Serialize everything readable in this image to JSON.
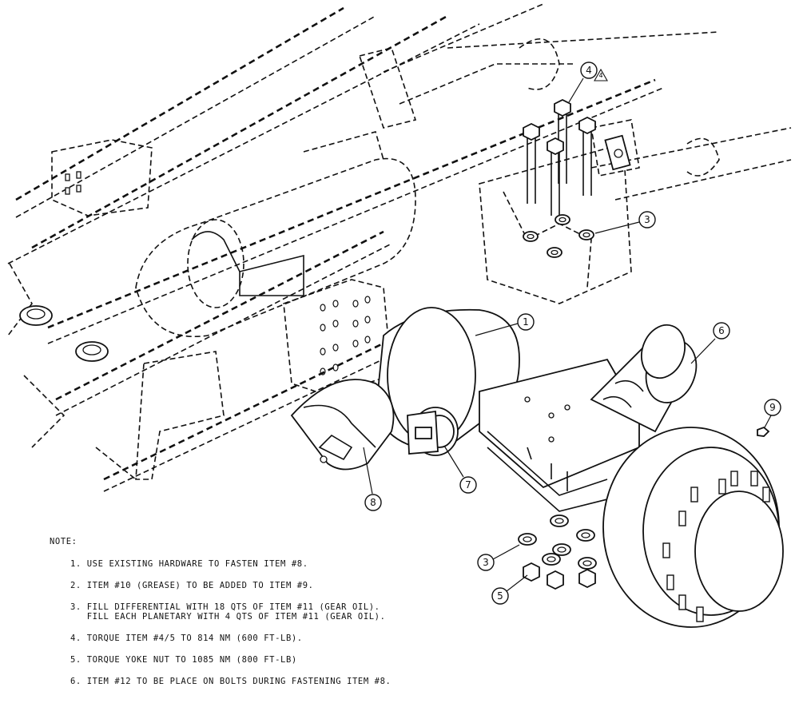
{
  "balloons": [
    "1",
    "3",
    "3",
    "4",
    "5",
    "6",
    "7",
    "8",
    "9"
  ],
  "revision_mark": "4",
  "notes": {
    "title": "NOTE:",
    "items": [
      "1. USE EXISTING HARDWARE TO FASTEN ITEM #8.",
      "2. ITEM #10 (GREASE) TO BE ADDED TO ITEM #9.",
      "3. FILL DIFFERENTIAL WITH 18 QTS OF ITEM #11 (GEAR OIL).\n   FILL EACH PLANETARY WITH 4 QTS OF ITEM #11 (GEAR OIL).",
      "4. TORQUE ITEM #4/5 TO 814 NM (600 FT-LB).",
      "5. TORQUE YOKE NUT TO 1085 NM (800 FT-LB)",
      "6. ITEM #12 TO BE PLACE ON BOLTS DURING FASTENING ITEM #8."
    ]
  }
}
